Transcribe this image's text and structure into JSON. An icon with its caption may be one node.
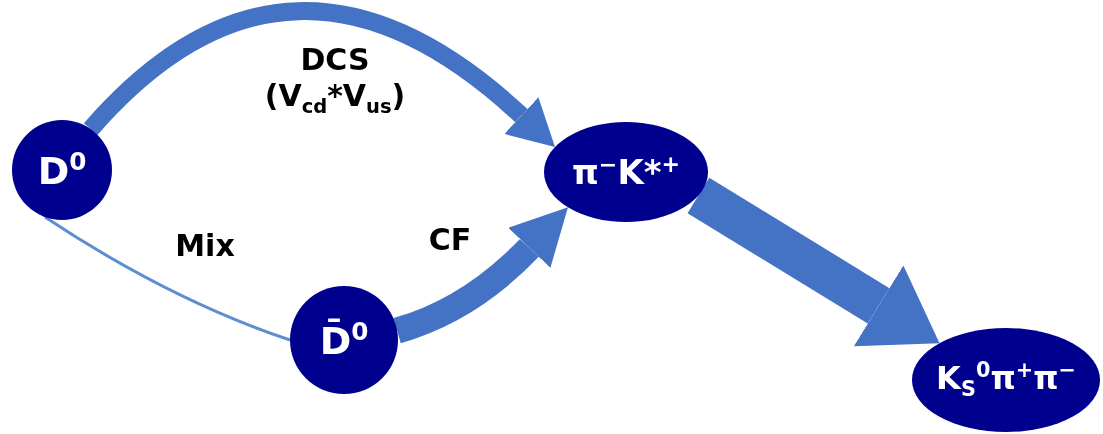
{
  "diagram": {
    "nodes": [
      {
        "text": [
          "D$^{0}$"
        ]
      },
      {
        "text": [
          "π$^{−}$K*$^{+}$"
        ]
      },
      {
        "text": [
          "D̄$^{0}$"
        ]
      },
      {
        "text": [
          "K$_{S}$$^{0}$π$^{+}$π$^{−}$"
        ]
      }
    ],
    "edges": [
      {
        "from": 0,
        "to": 1,
        "arrow": "to",
        "label": "DCS (V$_{cd}$*V$_{us}$)"
      },
      {
        "from": 0,
        "to": 2,
        "arrow": "none",
        "label": "Mix",
        "color": "#5b8fd0"
      },
      {
        "from": 2,
        "to": 1,
        "arrow": "to",
        "label": "CF"
      },
      {
        "from": 1,
        "to": 3,
        "arrow": "to",
        "style": "thick"
      }
    ]
  }
}
